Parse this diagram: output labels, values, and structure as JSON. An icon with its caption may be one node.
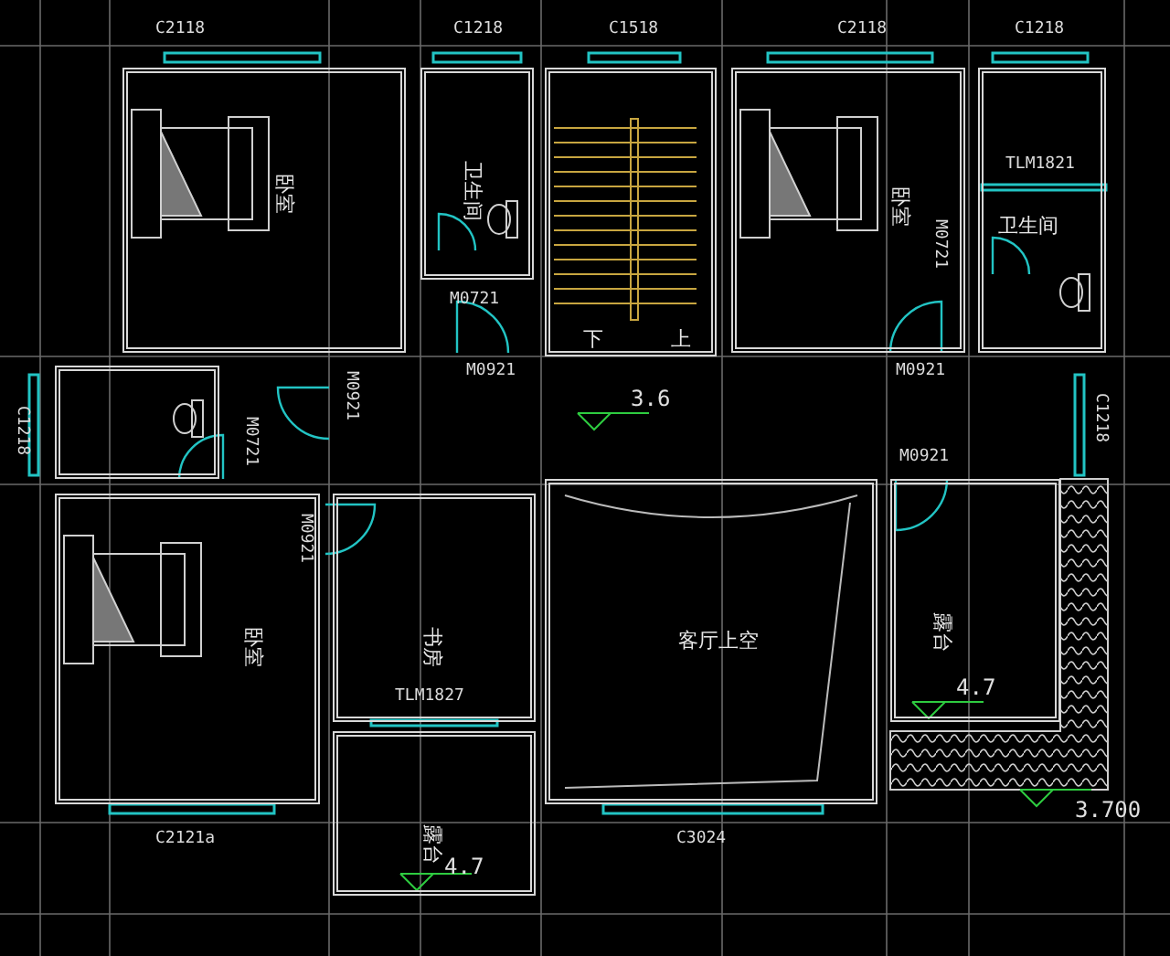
{
  "diagram": {
    "nodes": [
      {
        "text": [
          "卧室"
        ]
      },
      {
        "text": [
          "卫生间"
        ]
      },
      {
        "text": [
          "下",
          "上"
        ]
      },
      {
        "text": [
          "卧室"
        ]
      },
      {
        "text": [
          "卫生间"
        ]
      },
      {
        "text": [],
        "shape": "box"
      },
      {
        "text": [
          "卧室"
        ]
      },
      {
        "text": [
          "书房"
        ]
      },
      {
        "text": [
          "客厅上空"
        ]
      },
      {
        "text": [
          "露台"
        ]
      },
      {
        "text": [
          "露台"
        ]
      }
    ],
    "labels": [
      "C2118",
      "C1218",
      "C1518",
      "C2118",
      "C1218",
      "TLM1821",
      "M0721",
      "M0721",
      "C1218",
      "M0921",
      "M0921",
      "M0921",
      "C1218",
      "3.6",
      "M0721",
      "M0921",
      "M0921",
      "TLM1827",
      "4.7",
      "3.700",
      "C2121a",
      "C3024",
      "4.7"
    ]
  }
}
